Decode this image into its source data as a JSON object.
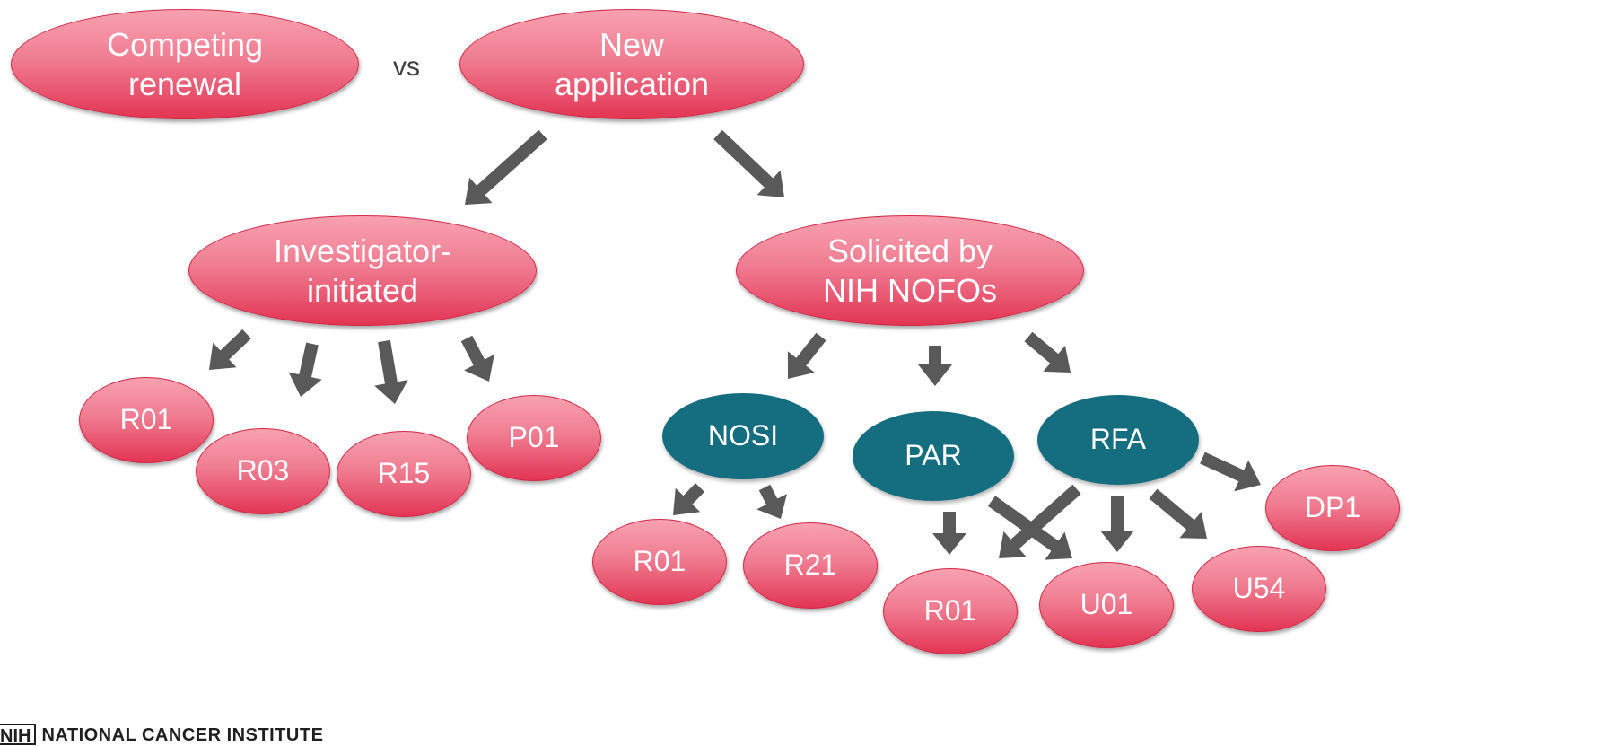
{
  "diagram": {
    "connector_label": "vs",
    "nodes": [
      {
        "id": "competing",
        "label": "Competing\nrenewal",
        "style": "red"
      },
      {
        "id": "new",
        "label": "New\napplication",
        "style": "red"
      },
      {
        "id": "investigator",
        "label": "Investigator-\ninitiated",
        "style": "red"
      },
      {
        "id": "solicited",
        "label": "Solicited by\nNIH NOFOs",
        "style": "red"
      },
      {
        "id": "inv-r01",
        "label": "R01",
        "style": "red"
      },
      {
        "id": "inv-r03",
        "label": "R03",
        "style": "red"
      },
      {
        "id": "inv-r15",
        "label": "R15",
        "style": "red"
      },
      {
        "id": "inv-p01",
        "label": "P01",
        "style": "red"
      },
      {
        "id": "nosi",
        "label": "NOSI",
        "style": "teal"
      },
      {
        "id": "par",
        "label": "PAR",
        "style": "teal"
      },
      {
        "id": "rfa",
        "label": "RFA",
        "style": "teal"
      },
      {
        "id": "nosi-r01",
        "label": "R01",
        "style": "red"
      },
      {
        "id": "nosi-r21",
        "label": "R21",
        "style": "red"
      },
      {
        "id": "sol-r01",
        "label": "R01",
        "style": "red"
      },
      {
        "id": "sol-u01",
        "label": "U01",
        "style": "red"
      },
      {
        "id": "sol-u54",
        "label": "U54",
        "style": "red"
      },
      {
        "id": "sol-dp1",
        "label": "DP1",
        "style": "red"
      }
    ],
    "edges": [
      {
        "from": "new",
        "to": "investigator"
      },
      {
        "from": "new",
        "to": "solicited"
      },
      {
        "from": "investigator",
        "to": "inv-r01"
      },
      {
        "from": "investigator",
        "to": "inv-r03"
      },
      {
        "from": "investigator",
        "to": "inv-r15"
      },
      {
        "from": "investigator",
        "to": "inv-p01"
      },
      {
        "from": "solicited",
        "to": "nosi"
      },
      {
        "from": "solicited",
        "to": "par"
      },
      {
        "from": "solicited",
        "to": "rfa"
      },
      {
        "from": "nosi",
        "to": "nosi-r01"
      },
      {
        "from": "nosi",
        "to": "nosi-r21"
      },
      {
        "from": "par",
        "to": "sol-r01"
      },
      {
        "from": "par",
        "to": "sol-u01"
      },
      {
        "from": "rfa",
        "to": "sol-r01"
      },
      {
        "from": "rfa",
        "to": "sol-u01"
      },
      {
        "from": "rfa",
        "to": "sol-u54"
      },
      {
        "from": "rfa",
        "to": "sol-dp1"
      }
    ]
  },
  "footer": {
    "logo_abbrev": "NIH",
    "org_name": "NATIONAL CANCER INSTITUTE"
  },
  "colors": {
    "node_red": "#ef6f86",
    "node_teal": "#156d80",
    "arrow": "#595959",
    "text": "#ffffff"
  }
}
